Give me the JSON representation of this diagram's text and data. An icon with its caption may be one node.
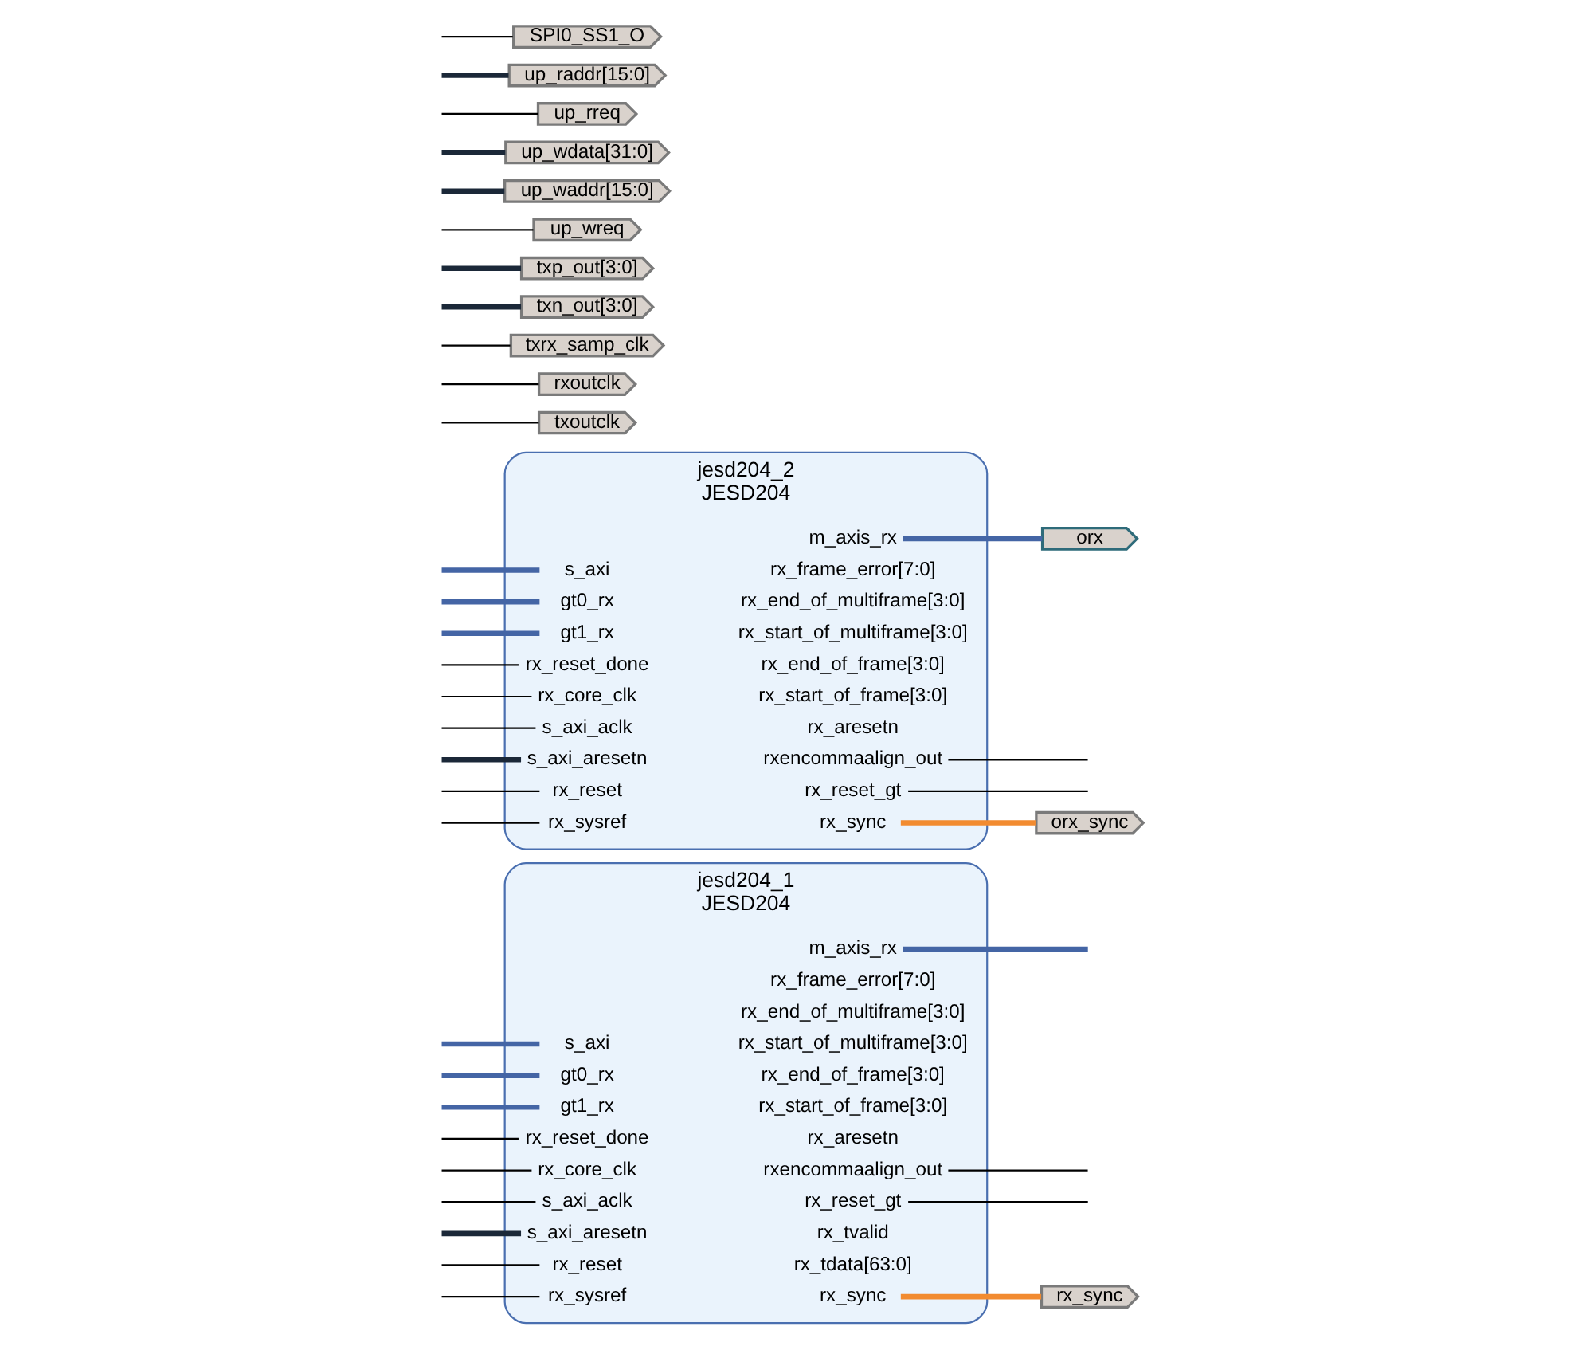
{
  "diagram": {
    "nodes": [
      {
        "text": [
          "jesd204_1",
          "JESD204"
        ]
      },
      {
        "text": [
          "s_axi"
        ],
        "in": 0
      },
      {
        "text": [
          "gt0_rx"
        ],
        "in": 0
      },
      {
        "text": [
          "gt1_rx"
        ],
        "in": 0
      },
      {
        "text": [
          "rx_reset_done"
        ],
        "in": 0
      },
      {
        "text": [
          "rx_core_clk"
        ],
        "in": 0
      },
      {
        "text": [
          "s_axi_aclk"
        ],
        "in": 0
      },
      {
        "text": [
          "s_axi_aresetn"
        ],
        "in": 0
      },
      {
        "text": [
          "rx_reset"
        ],
        "in": 0
      },
      {
        "text": [
          "rx_sysref"
        ],
        "in": 0
      },
      {
        "text": [
          "m_axis_rx"
        ],
        "in": 0
      },
      {
        "text": [
          "rx_tdata[63:0]"
        ],
        "in": 0
      },
      {
        "text": [
          "rx_tvalid"
        ],
        "in": 0
      },
      {
        "text": [
          "rxencommaalign_out"
        ],
        "in": 0
      },
      {
        "text": [
          "rx_reset_gt"
        ],
        "in": 0
      },
      {
        "text": [
          "rx_aresetn"
        ],
        "in": 0
      },
      {
        "text": [
          "rx_start_of_frame[3:0]"
        ],
        "in": 0
      },
      {
        "text": [
          "rx_end_of_frame[3:0]"
        ],
        "in": 0
      },
      {
        "text": [
          "rx_start_of_multiframe[3:0]"
        ],
        "in": 0
      },
      {
        "text": [
          "rx_end_of_multiframe[3:0]"
        ],
        "in": 0
      },
      {
        "text": [
          "rx_frame_error[7:0]"
        ],
        "in": 0
      },
      {
        "text": [
          "rx_sync"
        ],
        "in": 0
      },
      {
        "text": [
          "jesd204_2",
          "JESD204"
        ]
      },
      {
        "text": [
          "s_axi"
        ],
        "in": 22
      },
      {
        "text": [
          "gt0_rx"
        ],
        "in": 22
      },
      {
        "text": [
          "gt1_rx"
        ],
        "in": 22
      },
      {
        "text": [
          "rx_reset_done"
        ],
        "in": 22
      },
      {
        "text": [
          "rx_core_clk"
        ],
        "in": 22
      },
      {
        "text": [
          "s_axi_aclk"
        ],
        "in": 22
      },
      {
        "text": [
          "s_axi_aresetn"
        ],
        "in": 22
      },
      {
        "text": [
          "rx_reset"
        ],
        "in": 22
      },
      {
        "text": [
          "rx_sysref"
        ],
        "in": 22
      },
      {
        "text": [
          "m_axis_rx"
        ],
        "in": 22
      },
      {
        "text": [
          "rxencommaalign_out"
        ],
        "in": 22
      },
      {
        "text": [
          "rx_reset_gt"
        ],
        "in": 22
      },
      {
        "text": [
          "rx_aresetn"
        ],
        "in": 22
      },
      {
        "text": [
          "rx_start_of_frame[3:0]"
        ],
        "in": 22
      },
      {
        "text": [
          "rx_end_of_frame[3:0]"
        ],
        "in": 22
      },
      {
        "text": [
          "rx_start_of_multiframe[3:0]"
        ],
        "in": 22
      },
      {
        "text": [
          "rx_end_of_multiframe[3:0]"
        ],
        "in": 22
      },
      {
        "text": [
          "rx_frame_error[7:0]"
        ],
        "in": 22
      },
      {
        "text": [
          "rx_sync"
        ],
        "in": 22
      },
      {
        "text": [
          "rx_sync"
        ]
      },
      {
        "text": [
          "txoutclk"
        ]
      },
      {
        "text": [
          "orx"
        ]
      },
      {
        "text": [
          "rxoutclk"
        ]
      },
      {
        "text": [
          "txrx_samp_clk"
        ]
      },
      {
        "text": [
          "txn_out[3:0]"
        ]
      },
      {
        "text": [
          "txp_out[3:0]"
        ]
      },
      {
        "text": [
          "up_wreq"
        ]
      },
      {
        "text": [
          "up_waddr[15:0]"
        ]
      },
      {
        "text": [
          "up_wdata[31:0]"
        ]
      },
      {
        "text": [
          "up_rreq"
        ]
      },
      {
        "text": [
          "up_raddr[15:0]"
        ]
      },
      {
        "text": [
          "SPI0_SS1_O"
        ]
      },
      {
        "text": [
          "orx_sync"
        ]
      }
    ],
    "edges": [
      {
        "from": null,
        "to": 1,
        "arrow": "none",
        "style": "thick",
        "color": "#4465a5"
      },
      {
        "from": null,
        "to": 2,
        "arrow": "none",
        "style": "thick",
        "color": "#4465a5"
      },
      {
        "from": null,
        "to": 3,
        "arrow": "none",
        "style": "thick",
        "color": "#4465a5"
      },
      {
        "from": null,
        "to": 4,
        "arrow": "none"
      },
      {
        "from": null,
        "to": 5,
        "arrow": "none"
      },
      {
        "from": null,
        "to": 6,
        "arrow": "none"
      },
      {
        "from": null,
        "to": 7,
        "arrow": "none",
        "style": "thick",
        "color": "#1b2838"
      },
      {
        "from": null,
        "to": 8,
        "arrow": "none"
      },
      {
        "from": null,
        "to": 9,
        "arrow": "none"
      },
      {
        "from": 10,
        "to": null,
        "arrow": "none",
        "style": "thick",
        "color": "#4465a5"
      },
      {
        "from": 13,
        "to": null,
        "arrow": "none"
      },
      {
        "from": 14,
        "to": null,
        "arrow": "none"
      },
      {
        "from": 21,
        "to": 42,
        "arrow": "none",
        "style": "thick",
        "color": "#f28b30"
      },
      {
        "from": null,
        "to": 23,
        "arrow": "none",
        "style": "thick",
        "color": "#4465a5"
      },
      {
        "from": null,
        "to": 24,
        "arrow": "none",
        "style": "thick",
        "color": "#4465a5"
      },
      {
        "from": null,
        "to": 25,
        "arrow": "none",
        "style": "thick",
        "color": "#4465a5"
      },
      {
        "from": null,
        "to": 26,
        "arrow": "none"
      },
      {
        "from": null,
        "to": 27,
        "arrow": "none"
      },
      {
        "from": null,
        "to": 28,
        "arrow": "none"
      },
      {
        "from": null,
        "to": 29,
        "arrow": "none",
        "style": "thick",
        "color": "#1b2838"
      },
      {
        "from": null,
        "to": 30,
        "arrow": "none"
      },
      {
        "from": null,
        "to": 31,
        "arrow": "none"
      },
      {
        "from": 32,
        "to": 44,
        "arrow": "none",
        "style": "thick",
        "color": "#4465a5"
      },
      {
        "from": 33,
        "to": null,
        "arrow": "none"
      },
      {
        "from": 34,
        "to": null,
        "arrow": "none"
      },
      {
        "from": 41,
        "to": 55,
        "arrow": "none",
        "style": "thick",
        "color": "#f28b30"
      },
      {
        "from": null,
        "to": 43,
        "arrow": "none"
      },
      {
        "from": null,
        "to": 45,
        "arrow": "none"
      },
      {
        "from": null,
        "to": 46,
        "arrow": "none"
      },
      {
        "from": null,
        "to": 47,
        "arrow": "none",
        "style": "thick",
        "color": "#1b2838"
      },
      {
        "from": null,
        "to": 48,
        "arrow": "none",
        "style": "thick",
        "color": "#1b2838"
      },
      {
        "from": null,
        "to": 49,
        "arrow": "none"
      },
      {
        "from": null,
        "to": 50,
        "arrow": "none",
        "style": "thick",
        "color": "#1b2838"
      },
      {
        "from": null,
        "to": 51,
        "arrow": "none",
        "style": "thick",
        "color": "#1b2838"
      },
      {
        "from": null,
        "to": 52,
        "arrow": "none"
      },
      {
        "from": null,
        "to": 53,
        "arrow": "none",
        "style": "thick",
        "color": "#1b2838"
      },
      {
        "from": null,
        "to": 54,
        "arrow": "none"
      }
    ]
  }
}
